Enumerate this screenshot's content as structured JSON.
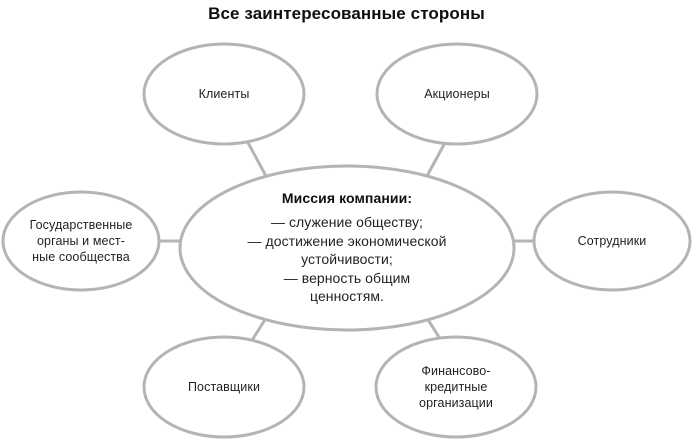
{
  "title": "Все заинтересованные стороны",
  "center": {
    "heading": "Миссия компании:",
    "lines": [
      "— служение обществу;",
      "— достижение экономической",
      "устойчивости;",
      "— верность общим",
      "ценностям."
    ]
  },
  "nodes": [
    {
      "id": "clients",
      "lines": [
        "Клиенты"
      ]
    },
    {
      "id": "shareholders",
      "lines": [
        "Акционеры"
      ]
    },
    {
      "id": "government",
      "lines": [
        "Государственные",
        "органы и мест-",
        "ные сообщества"
      ]
    },
    {
      "id": "employees",
      "lines": [
        "Сотрудники"
      ]
    },
    {
      "id": "suppliers",
      "lines": [
        "Поставщики"
      ]
    },
    {
      "id": "financial",
      "lines": [
        "Финансово-",
        "кредитные",
        "организации"
      ]
    }
  ],
  "colors": {
    "stroke": "#b4b4b6",
    "text": "#231f20",
    "title": "#0f0f0f",
    "background": "#ffffff"
  }
}
